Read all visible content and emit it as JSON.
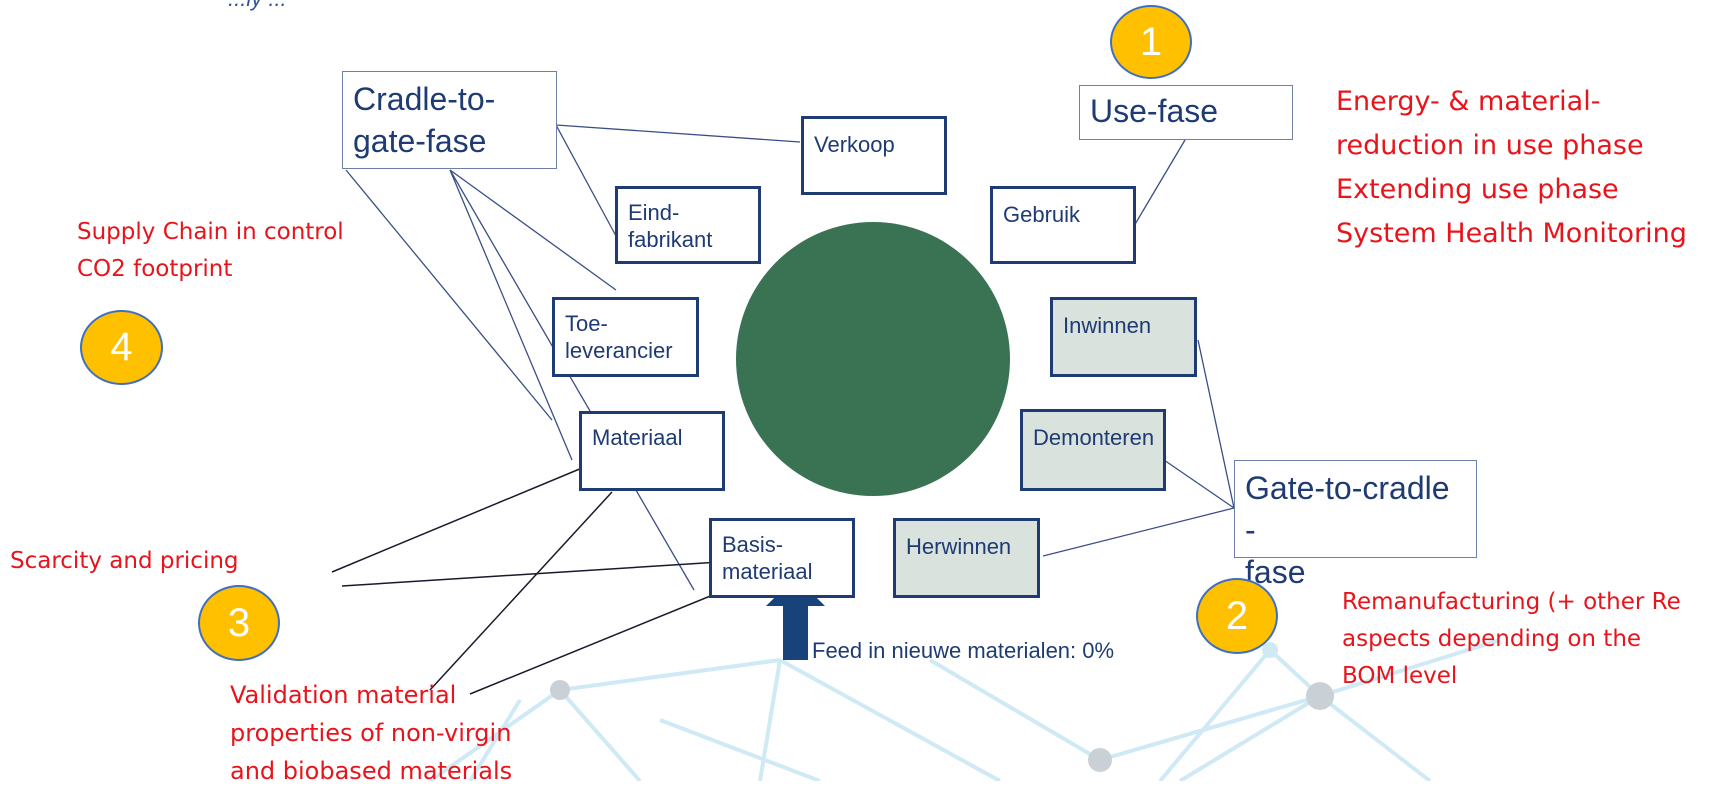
{
  "top_partial_text": "...ly ...",
  "cycle": {
    "center_color": "#3a7254",
    "stages": [
      {
        "label": "Verkoop"
      },
      {
        "label": "Gebruik"
      },
      {
        "label": "Eind-\nfabrikant"
      },
      {
        "label": "Toe-\nleverancier"
      },
      {
        "label": "Materiaal"
      },
      {
        "label": "Basis-\nmateriaal"
      },
      {
        "label": "Inwinnen"
      },
      {
        "label": "Demonteren"
      },
      {
        "label": "Herwinnen"
      }
    ],
    "feed_text": "Feed in nieuwe materialen: 0%"
  },
  "phases": {
    "cradle_to_gate": "Cradle-to-\ngate-fase",
    "use": "Use-fase",
    "gate_to_cradle": "Gate-to-cradle -\nfase"
  },
  "badges": [
    "1",
    "2",
    "3",
    "4"
  ],
  "notes": {
    "use_phase": "Energy- & material-\nreduction in use phase\nExtending use phase\nSystem Health Monitoring",
    "supply_chain": "Supply Chain in control\nCO2 footprint",
    "scarcity": "Scarcity and pricing",
    "validation": "Validation material\nproperties of non-virgin\nand biobased materials",
    "remanufacturing": "Remanufacturing (+ other Re\naspects depending on the\nBOM level"
  },
  "colors": {
    "box_border": "#1f3b73",
    "recovery_fill": "#d9e2dc",
    "note_red": "#e8141b",
    "badge_yellow": "#ffc000",
    "network_line": "#bfe3f2"
  }
}
